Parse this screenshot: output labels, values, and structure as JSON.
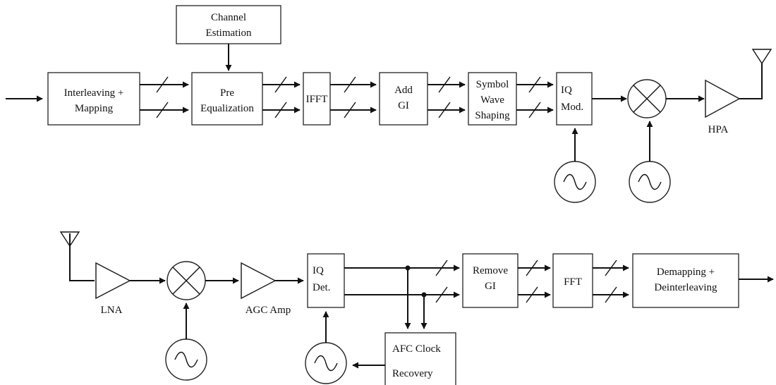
{
  "transmitter": {
    "channel_estimation": [
      "Channel",
      "Estimation"
    ],
    "interleaving_mapping": [
      "Interleaving +",
      "Mapping"
    ],
    "pre_equalization": [
      "Pre",
      "Equalization"
    ],
    "ifft": [
      "IFFT"
    ],
    "add_gi": [
      "Add",
      "GI"
    ],
    "symbol_wave_shaping": [
      "Symbol",
      "Wave",
      "Shaping"
    ],
    "iq_mod": [
      "IQ",
      "Mod."
    ],
    "hpa_label": "HPA"
  },
  "receiver": {
    "lna_label": "LNA",
    "agc_label": "AGC Amp",
    "iq_det": [
      "IQ",
      "Det."
    ],
    "remove_gi": [
      "Remove",
      "GI"
    ],
    "fft": [
      "FFT"
    ],
    "demapping": [
      "Demapping +",
      "Deinterleaving"
    ],
    "afc_clock_recovery": [
      "AFC Clock",
      "Recovery"
    ]
  }
}
